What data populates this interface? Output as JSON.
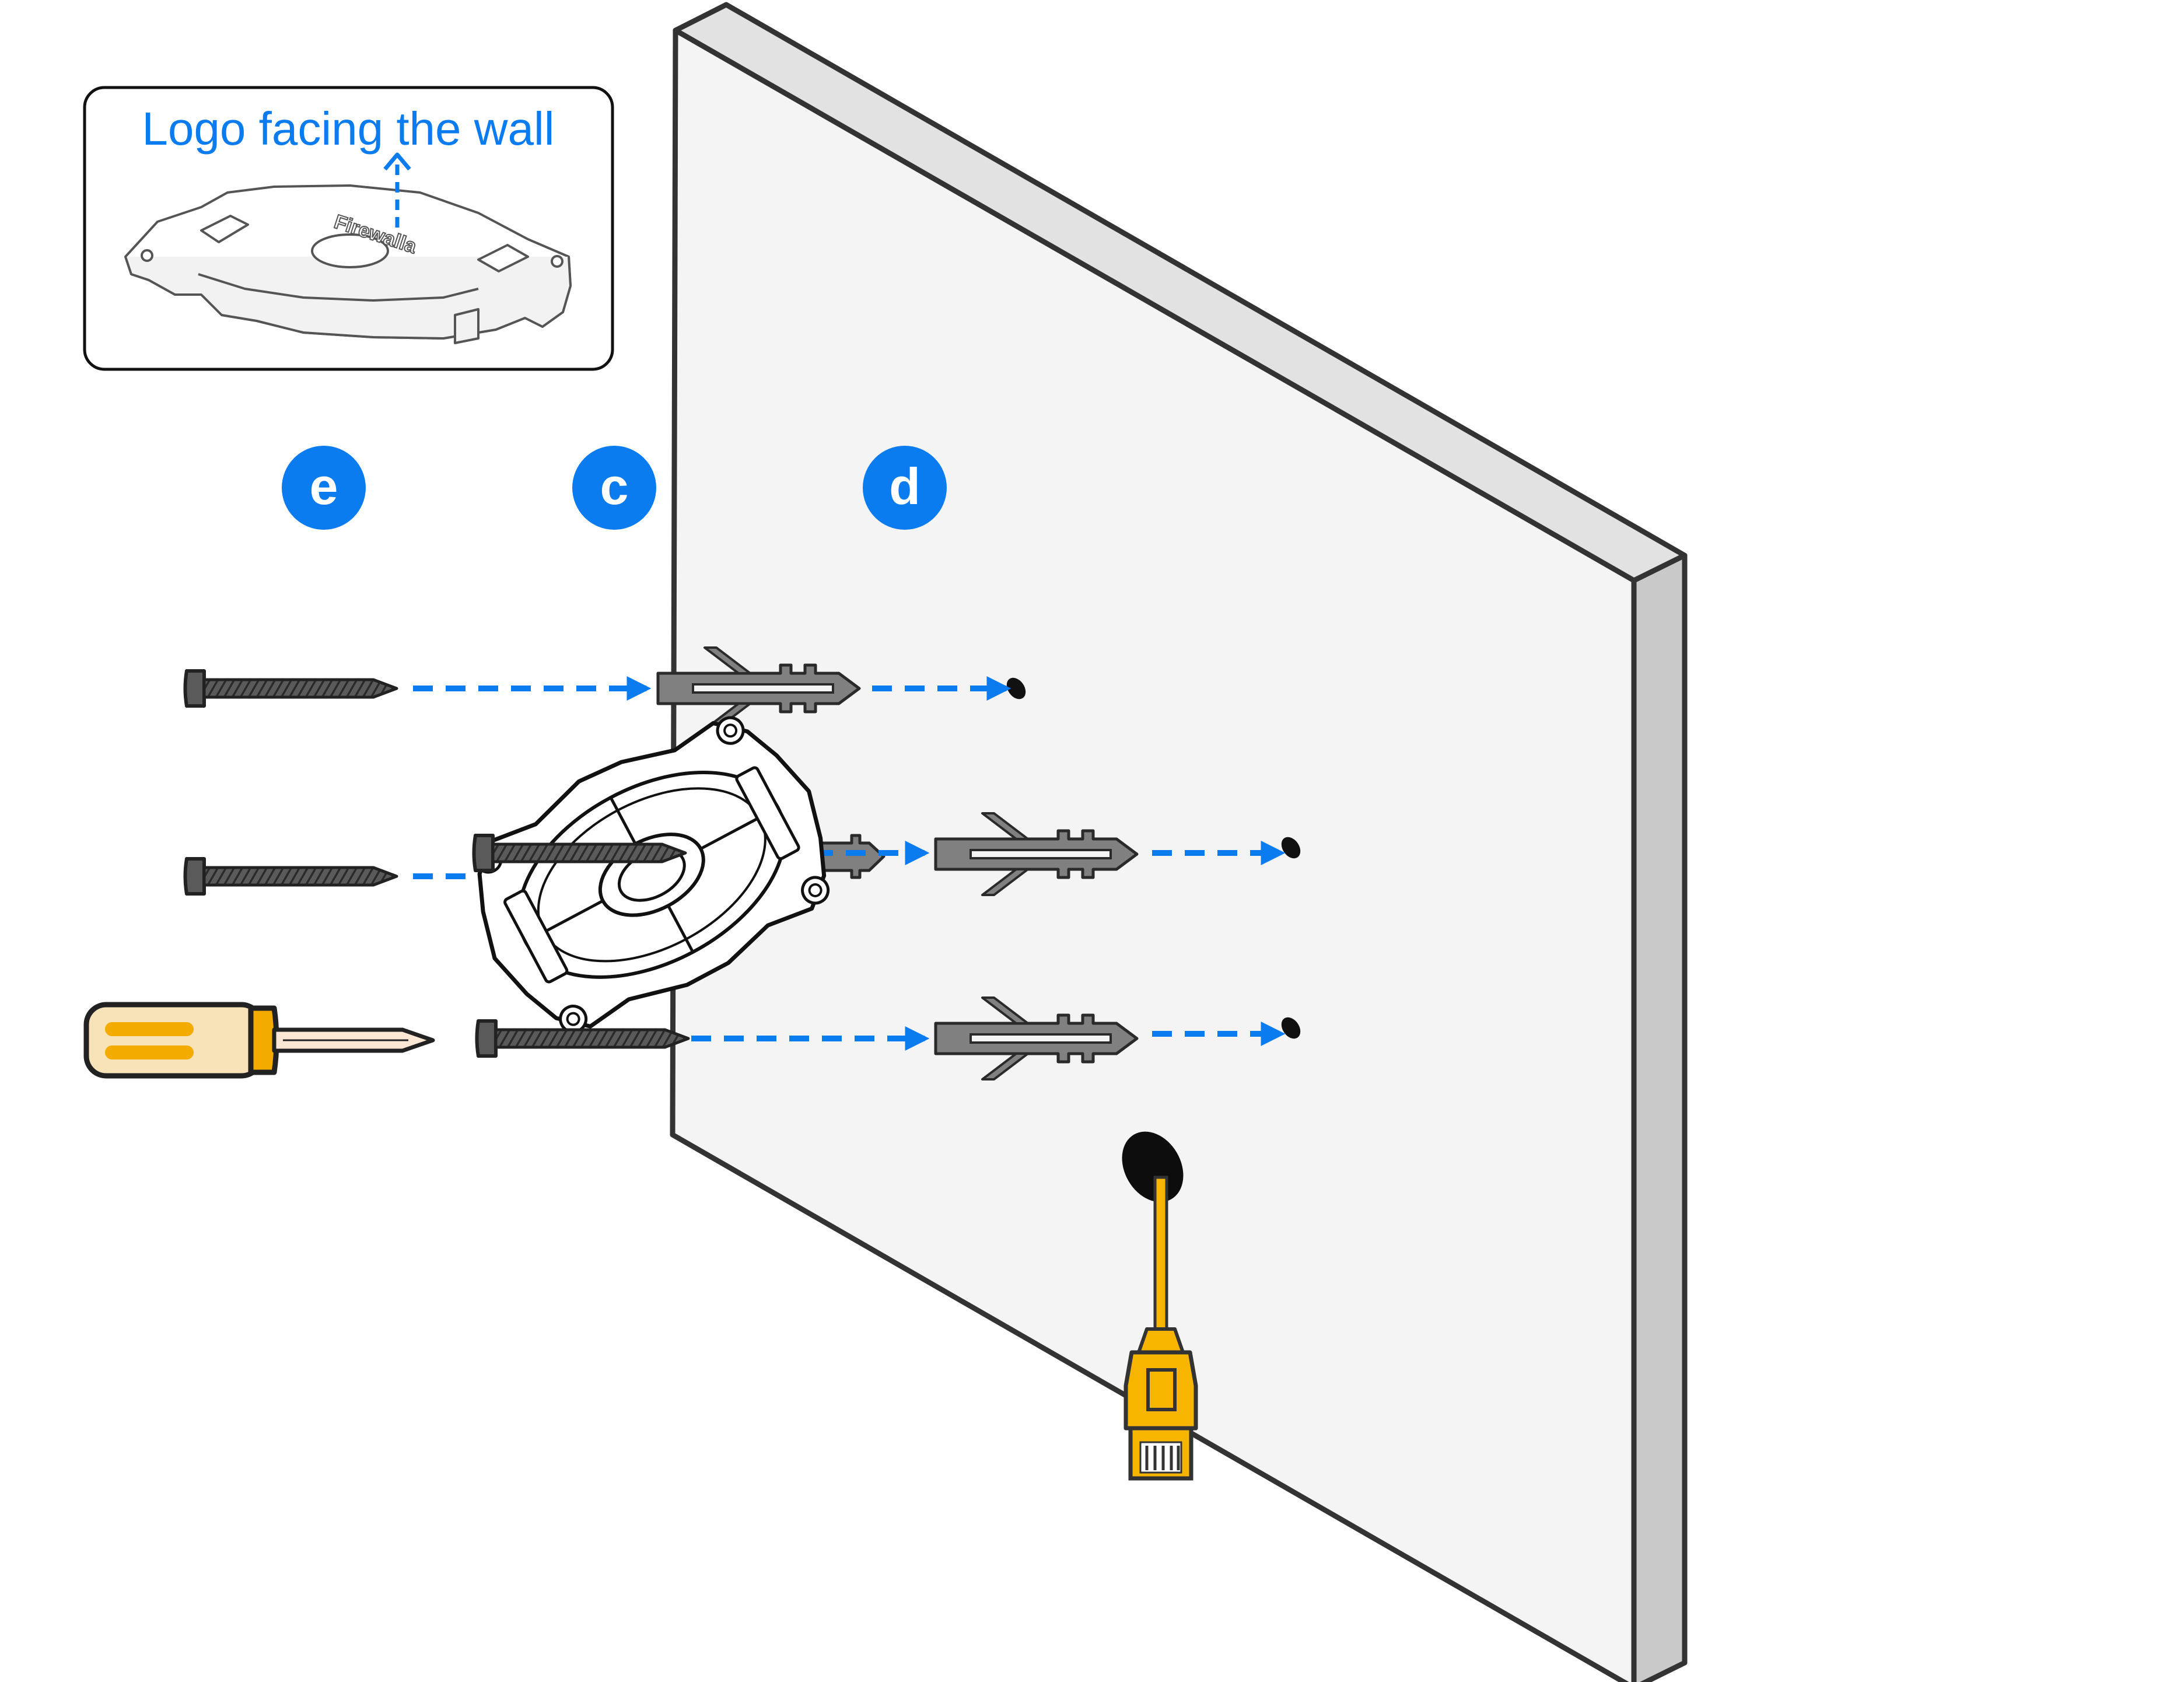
{
  "callout": {
    "caption": "Logo facing the wall",
    "logo_text": "Firewalla"
  },
  "steps": [
    {
      "label": "e"
    },
    {
      "label": "c"
    },
    {
      "label": "d"
    }
  ],
  "colors": {
    "accent": "#0A7CF0",
    "wall_face": "#F4F4F4",
    "wall_edge": "#C9C9C9",
    "outline": "#333333",
    "screw": "#5A5A5A",
    "anchor": "#7F7F7F",
    "cable": "#F7B500",
    "screwdriver_handle": "#F8E2B8",
    "screwdriver_grip": "#F4AB00"
  },
  "icons": [
    "mount-bracket-icon",
    "wood-screw-icon",
    "wall-anchor-icon",
    "screwdriver-icon",
    "ethernet-cable-icon",
    "drill-hole-icon"
  ]
}
